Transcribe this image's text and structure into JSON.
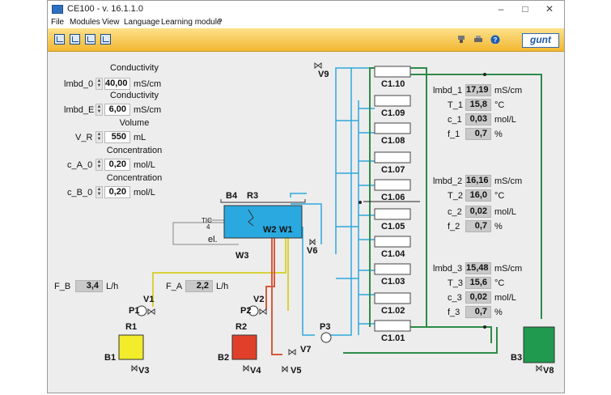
{
  "window": {
    "title": "CE100 - v. 16.1.1.0",
    "controls": [
      "–",
      "□",
      "✕"
    ]
  },
  "menu": [
    "File",
    "Modules",
    "View",
    "Language",
    "Learning module",
    "?"
  ],
  "toolbar": {
    "logo": "gunt"
  },
  "params": [
    {
      "heading": "Conductivity",
      "name": "lmbd_0",
      "value": "40,00",
      "unit": "mS/cm"
    },
    {
      "heading": "Conductivity",
      "name": "lmbd_E",
      "value": "6,00",
      "unit": "mS/cm"
    },
    {
      "heading": "Volume",
      "name": "V_R",
      "value": "550",
      "unit": "mL"
    },
    {
      "heading": "Concentration",
      "name": "c_A_0",
      "value": "0,20",
      "unit": "mol/L"
    },
    {
      "heading": "Concentration",
      "name": "c_B_0",
      "value": "0,20",
      "unit": "mol/L"
    }
  ],
  "flows": {
    "fb": {
      "name": "F_B",
      "value": "3,4",
      "unit": "L/h"
    },
    "fa": {
      "name": "F_A",
      "value": "2,2",
      "unit": "L/h"
    }
  },
  "readouts": [
    {
      "name": "lmbd_1",
      "value": "17,19",
      "unit": "mS/cm"
    },
    {
      "name": "T_1",
      "value": "15,8",
      "unit": "°C"
    },
    {
      "name": "c_1",
      "value": "0,03",
      "unit": "mol/L"
    },
    {
      "name": "f_1",
      "value": "0,7",
      "unit": "%"
    },
    {
      "name": "lmbd_2",
      "value": "16,16",
      "unit": "mS/cm"
    },
    {
      "name": "T_2",
      "value": "16,0",
      "unit": "°C"
    },
    {
      "name": "c_2",
      "value": "0,02",
      "unit": "mol/L"
    },
    {
      "name": "f_2",
      "value": "0,7",
      "unit": "%"
    },
    {
      "name": "lmbd_3",
      "value": "15,48",
      "unit": "mS/cm"
    },
    {
      "name": "T_3",
      "value": "15,6",
      "unit": "°C"
    },
    {
      "name": "c_3",
      "value": "0,02",
      "unit": "mol/L"
    },
    {
      "name": "f_3",
      "value": "0,7",
      "unit": "%"
    }
  ],
  "tubes": [
    "C1.10",
    "C1.09",
    "C1.08",
    "C1.07",
    "C1.06",
    "C1.05",
    "C1.04",
    "C1.03",
    "C1.02",
    "C1.01"
  ],
  "labels": {
    "b4": "B4",
    "r3": "R3",
    "tic": "TIC",
    "tic_num": "4",
    "el": "el.",
    "w2": "W2",
    "w1": "W1",
    "w3": "W3",
    "v6": "V6",
    "v9": "V9",
    "p3": "P3",
    "v7": "V7",
    "v5": "V5",
    "p1": "P1",
    "v1": "V1",
    "r1": "R1",
    "b1": "B1",
    "v3": "V3",
    "p2": "P2",
    "v2": "V2",
    "r2": "R2",
    "b2": "B2",
    "v4": "V4",
    "b3": "B3",
    "v8": "V8"
  },
  "colors": {
    "blue": "#2ea8dc",
    "green": "#2e8b4a",
    "yellow": "#d8d23a",
    "red": "#d65a3c",
    "tank_b1": "#f2ec2a",
    "tank_b2": "#e0402a",
    "tank_b3": "#1f9a4e",
    "reactor": "#29a9df",
    "toolbar": "#f2b732"
  }
}
